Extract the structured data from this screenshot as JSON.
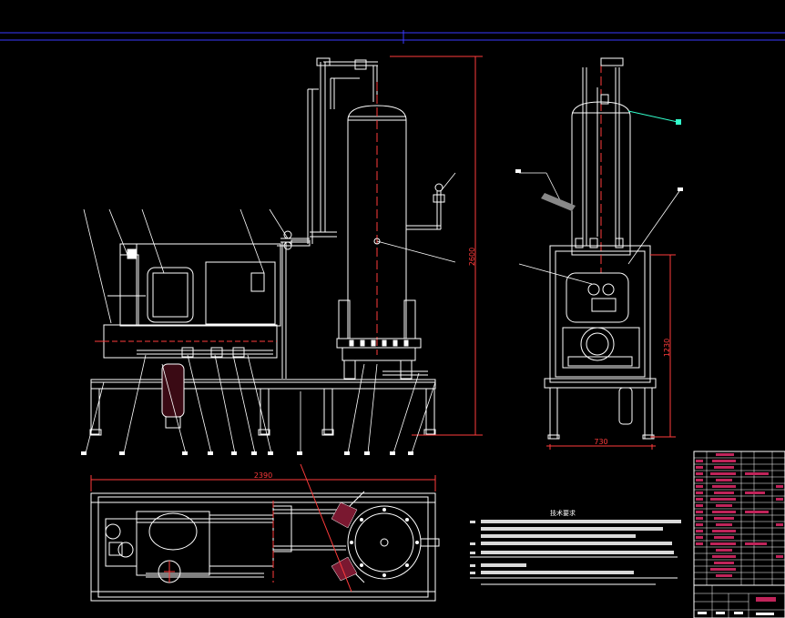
{
  "drawing": {
    "background": "#000000",
    "colors": {
      "outline": "#ffffff",
      "dimension": "#ff3b3b",
      "title_block": "#c0245a",
      "hatch": "#7a1830",
      "leader_green": "#33ffcc",
      "axis_blue": "#3a3aff"
    },
    "dimensions": {
      "height_front": "2600",
      "height_side": "1230",
      "width_side": "730",
      "width_top": "2390"
    },
    "notes": {
      "title": "技术要求"
    }
  }
}
